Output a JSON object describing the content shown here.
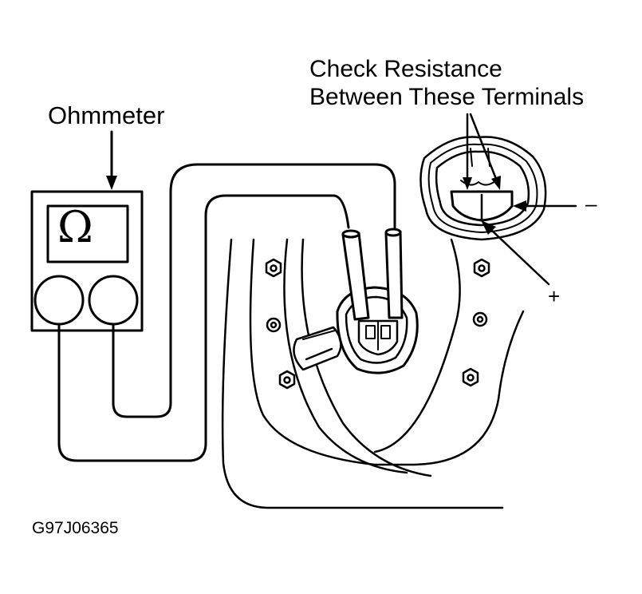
{
  "labels": {
    "ohmmeter": "Ohmmeter",
    "instruction_line1": "Check Resistance",
    "instruction_line2": "Between These Terminals",
    "minus_sign": "–",
    "plus_sign": "+",
    "figure_code": "G97J06365",
    "meter_symbol": "Ω"
  },
  "icons": [
    "ohmmeter-icon",
    "connector-icon",
    "bolt-icon",
    "probe-icon"
  ]
}
